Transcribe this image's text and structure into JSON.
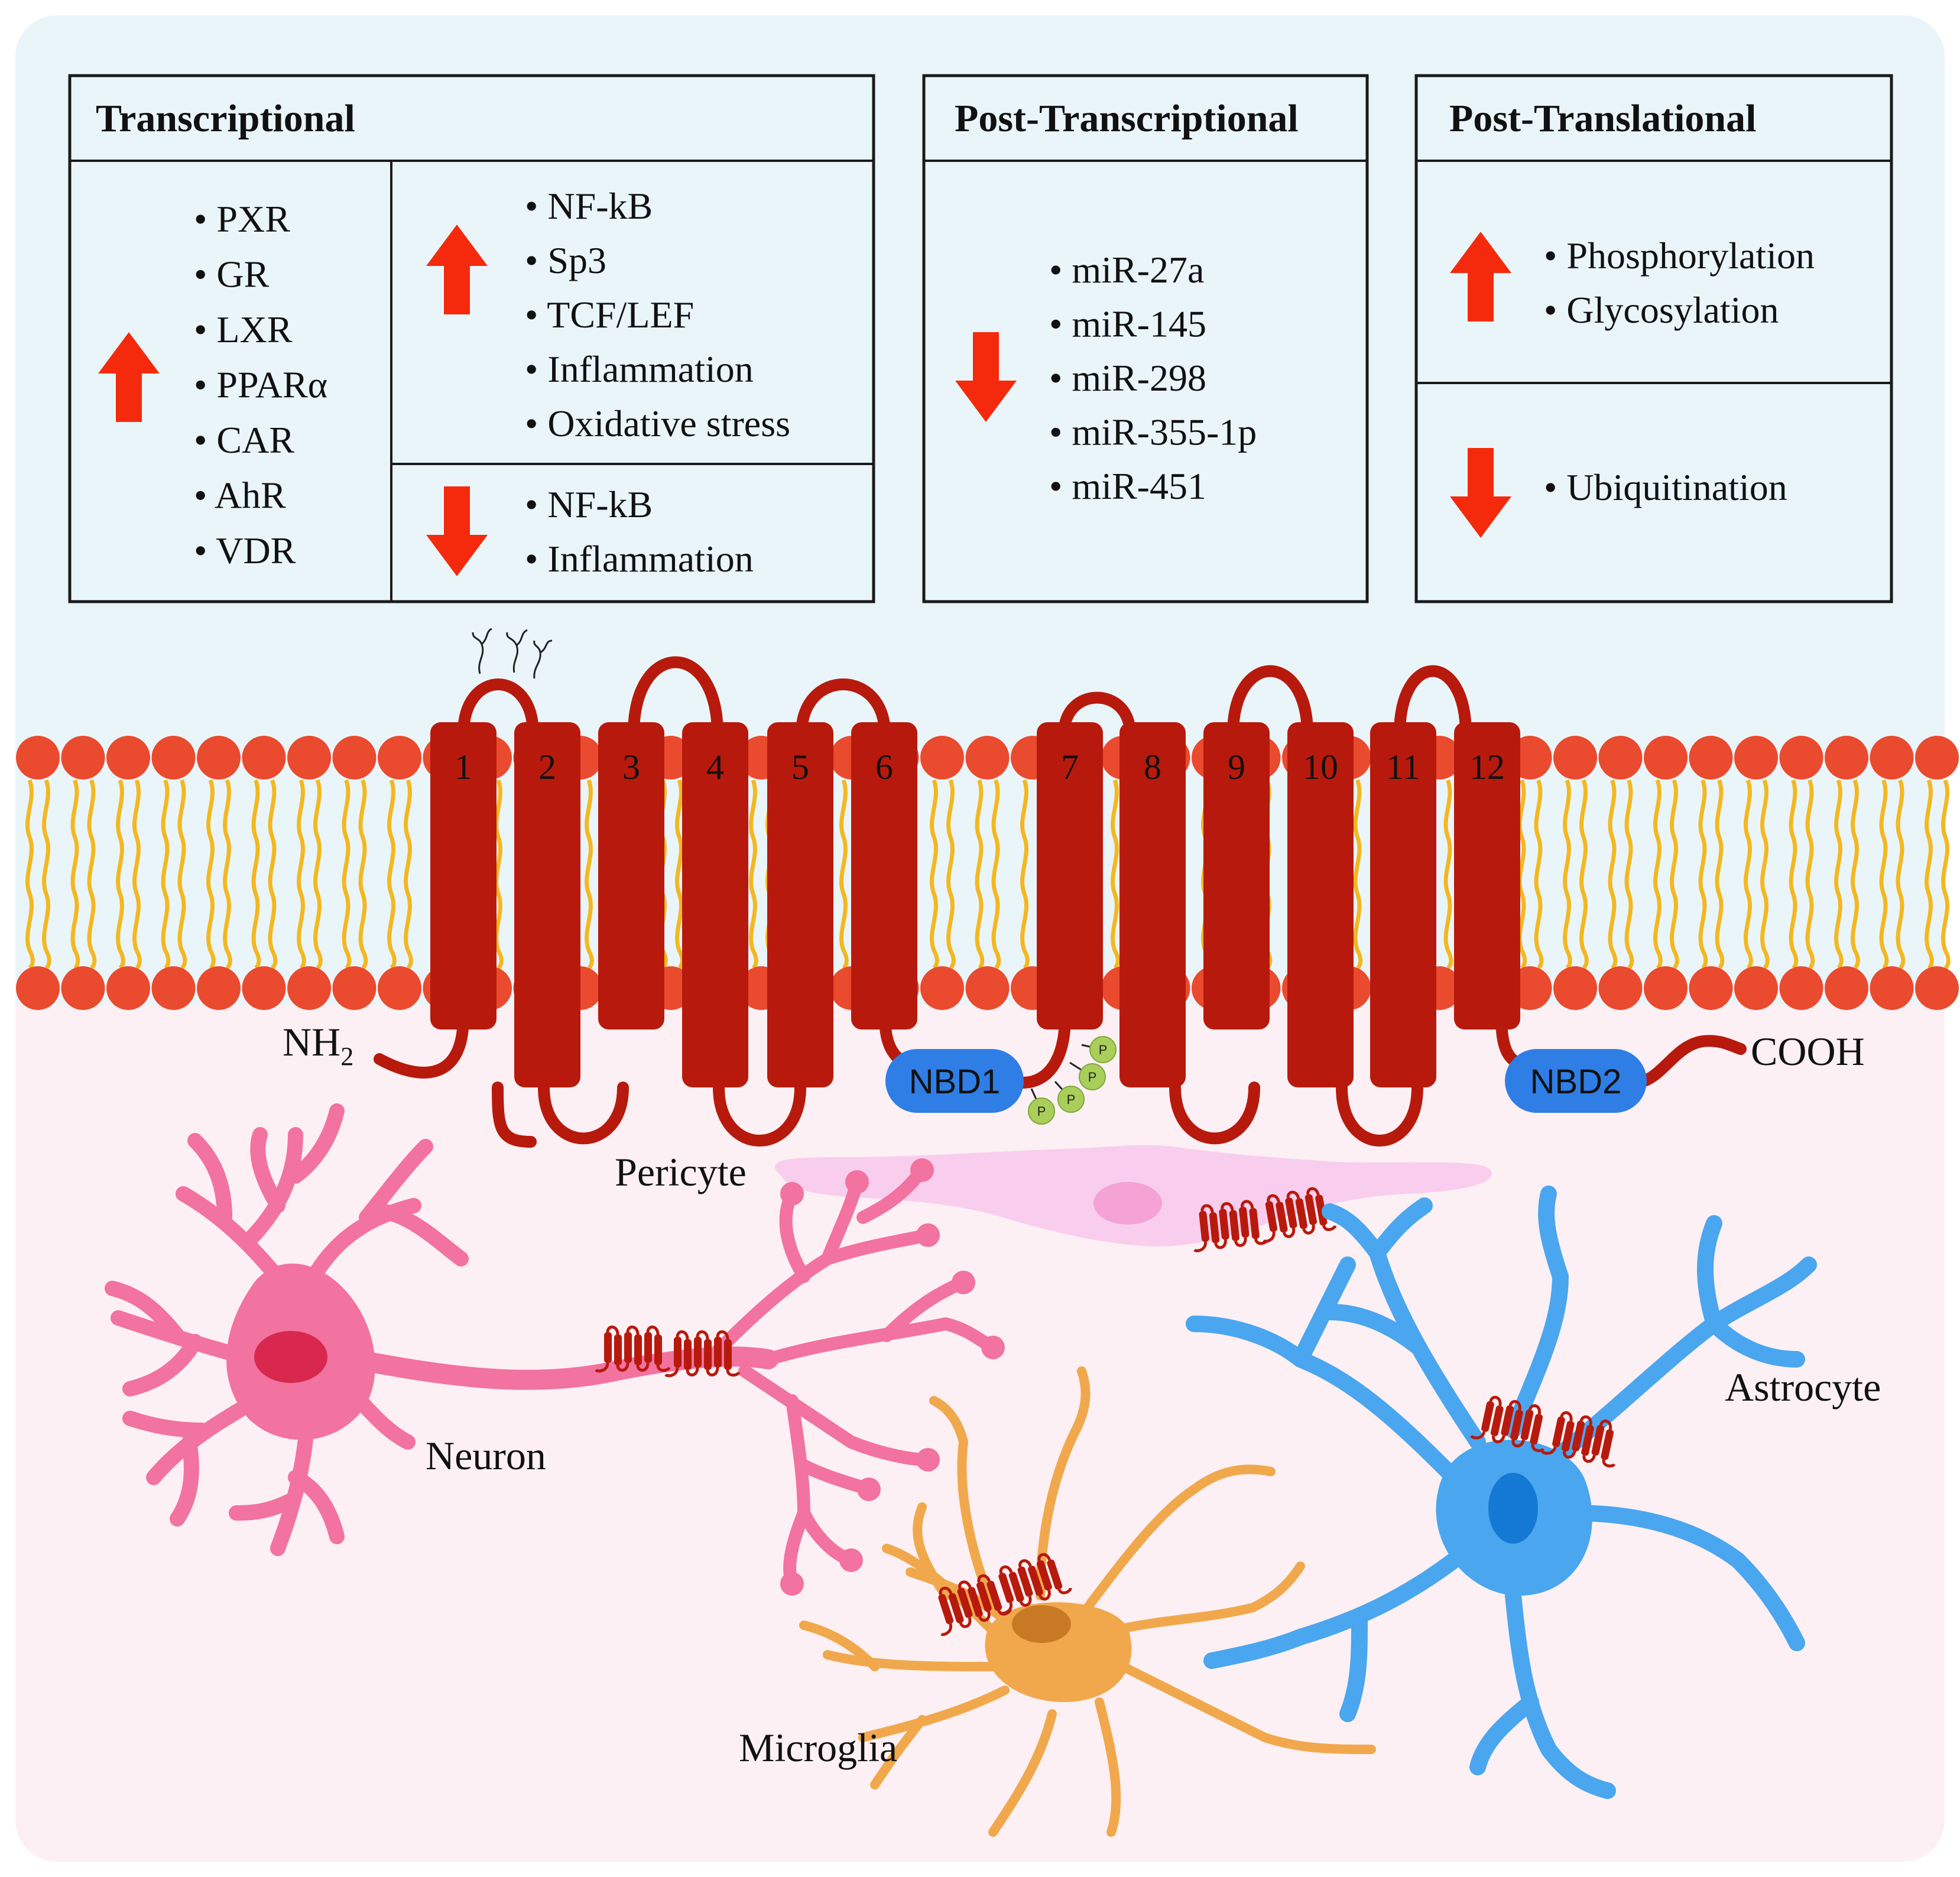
{
  "colors": {
    "upper_background": "#eaf5fa",
    "lower_background": "#fcf0f4",
    "up_arrow": "#f52a0c",
    "down_arrow": "#f52a0c",
    "transporter": "#b71a0c",
    "lipid_head": "#ea4a2e",
    "lipid_tail": "#f3b821",
    "nbd": "#2f7ee6",
    "phosphate": "#a9cf5a",
    "neuron": "#f272a0",
    "neuron_nucleus": "#d8284e",
    "microglia": "#f1a84c",
    "microglia_nucleus": "#c87a25",
    "astrocyte": "#4aa6ef",
    "astrocyte_nucleus": "#1479d4",
    "pericyte": "#f9cdee",
    "pericyte_nucleus": "#f5a2d6"
  },
  "boxes": {
    "transcriptional": {
      "title": "Transcriptional",
      "up_col1_items": [
        "• PXR",
        "• GR",
        "• LXR",
        "• PPARα",
        "• CAR",
        "• AhR",
        "• VDR"
      ],
      "up_col2_items": [
        "• NF-kB",
        "• Sp3",
        "• TCF/LEF",
        "• Inflammation",
        "• Oxidative stress"
      ],
      "down_items": [
        "• NF-kB",
        "• Inflammation"
      ]
    },
    "post_transcriptional": {
      "title": "Post-Transcriptional",
      "down_items": [
        "• miR-27a",
        "• miR-145",
        "• miR-298",
        "• miR-355-1p",
        "• miR-451"
      ]
    },
    "post_translational": {
      "title": "Post-Translational",
      "up_items": [
        "• Phosphorylation",
        "• Glycosylation"
      ],
      "down_items": [
        "• Ubiquitination"
      ]
    }
  },
  "transporter": {
    "helices": [
      "1",
      "2",
      "3",
      "4",
      "5",
      "6",
      "7",
      "8",
      "9",
      "10",
      "11",
      "12"
    ],
    "n_terminus": "NH",
    "n_terminus_sub": "2",
    "c_terminus": "COOH",
    "nbd1": "NBD1",
    "nbd2": "NBD2",
    "phospho_label": "P"
  },
  "cells": {
    "pericyte": "Pericyte",
    "neuron": "Neuron",
    "astrocyte": "Astrocyte",
    "microglia": "Microglia"
  }
}
